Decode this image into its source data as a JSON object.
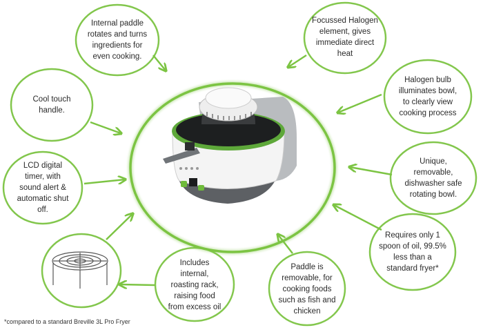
{
  "colors": {
    "accent": "#7cc443",
    "text": "#2a2a2a"
  },
  "features": [
    {
      "id": "paddle-rotates",
      "text": "Internal paddle\nrotates and turns\ningredients for\neven cooking."
    },
    {
      "id": "halogen-element",
      "text": "Focussed Halogen\nelement, gives\nimmediate direct\nheat"
    },
    {
      "id": "halogen-bulb",
      "text": "Halogen bulb\nilluminates bowl,\nto clearly view\ncooking process"
    },
    {
      "id": "cool-touch",
      "text": "Cool touch\nhandle."
    },
    {
      "id": "lcd-timer",
      "text": "LCD digital\ntimer, with\nsound alert &\nautomatic shut\noff."
    },
    {
      "id": "rotating-bowl",
      "text": "Unique,\nremovable,\ndishwasher safe\nrotating bowl."
    },
    {
      "id": "roasting-rack",
      "text": "Includes\ninternal,\nroasting rack,\nraising food\nfrom excess oil"
    },
    {
      "id": "removable-paddle",
      "text": "Paddle is\nremovable, for\ncooking foods\nsuch as fish and\nchicken"
    },
    {
      "id": "oil",
      "text": "Requires only 1\nspoon of oil, 99.5%\nless than a\nstandard fryer*"
    }
  ],
  "footnote": "*compared to a standard Breville 3L Pro Fryer"
}
